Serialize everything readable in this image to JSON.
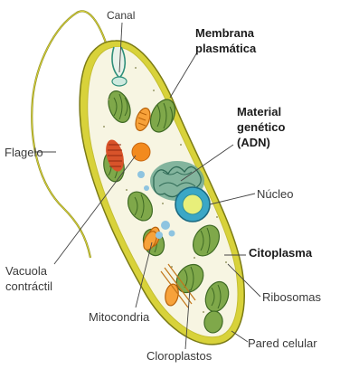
{
  "labels": {
    "canal": "Canal",
    "membrana_1": "Membrana",
    "membrana_2": "plasmática",
    "material_1": "Material",
    "material_2": "genético",
    "material_3": "(ADN)",
    "flagelo": "Flagelo",
    "nucleo": "Núcleo",
    "citoplasma": "Citoplasma",
    "vacuola_1": "Vacuola",
    "vacuola_2": "contráctil",
    "ribosomas": "Ribosomas",
    "mitocondria": "Mitocondria",
    "pared": "Pared celular",
    "cloroplastos": "Cloroplastos"
  },
  "colors": {
    "cell_wall": "#d8d23a",
    "cytoplasm": "#f7f5e2",
    "chloroplast": "#7fa84a",
    "chloroplast_dark": "#3f6a24",
    "mitochondria": "#f08a1e",
    "nucleus": "#2f9ab8",
    "dna": "#4f8a72",
    "eyespot": "#d8532a",
    "vacuole": "#8ec4e0"
  }
}
